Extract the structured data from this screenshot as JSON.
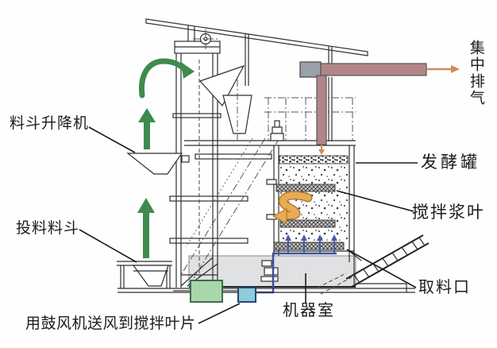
{
  "figure": {
    "labels": {
      "hopper_lift": "料斗升降机",
      "feed_hopper": "投料料斗",
      "blower_note": "用鼓风机送风到搅拌叶片",
      "central_exhaust": "集中排气",
      "fermenter_tank": "发酵罐",
      "stirring_paddle": "搅拌浆叶",
      "material_outlet": "取料口",
      "machine_room": "机器室"
    },
    "colors": {
      "flow_arrow_green": "#3e8b4d",
      "stir_arrow_orange": "#e8ac58",
      "stir_arrow_outline": "#b27a28",
      "duct_mauve": "#b28689",
      "duct_gray": "#9aa1ab",
      "exhaust_arrow_orange": "#d5885c",
      "blower_box_green": "#a9d7ab",
      "blower_box_green_border": "#3f6b4f",
      "blower_box_blue": "#8ecbd8",
      "blower_box_blue_border": "#27457a",
      "air_pipe_blue": "#3c4f9e",
      "air_arrow_blue": "#4a5aaa",
      "machine_room_gray": "#e0e1e3"
    }
  }
}
